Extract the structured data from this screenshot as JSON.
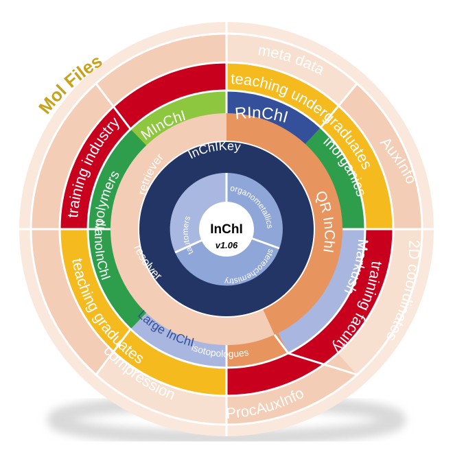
{
  "diagram": {
    "center": {
      "title": "InChI",
      "version": "v1.06"
    },
    "rings": [
      {
        "name": "outer-ring",
        "segments": [
          {
            "id": "mol-files",
            "label": "Mol Files",
            "color": "#f4cdb6",
            "text_color": "#c9a21b"
          },
          {
            "id": "meta-data",
            "label": "meta data",
            "color": "#f8e0d0",
            "text_color": "#ffffff"
          },
          {
            "id": "auxinfo",
            "label": "AuxInfo",
            "color": "#f4cdb6",
            "text_color": "#ffffff"
          },
          {
            "id": "2d-coordinates",
            "label": "2D coordinates",
            "color": "#f8e0d0",
            "text_color": "#ffffff"
          },
          {
            "id": "procauxinfo",
            "label": "ProcAuxInfo",
            "color": "#f4cdb6",
            "text_color": "#ffffff"
          },
          {
            "id": "compression",
            "label": "compression",
            "color": "#f8e0d0",
            "text_color": "#ffffff"
          },
          {
            "id": "outer-blank",
            "label": "",
            "color": "#f4cdb6",
            "text_color": "#ffffff"
          }
        ]
      },
      {
        "name": "audience-ring",
        "segments": [
          {
            "id": "teaching-undergraduates",
            "label": "teaching undergraduates",
            "color": "#f5bb1e",
            "text_color": "#ffffff"
          },
          {
            "id": "training-faculty",
            "label": "training faculty",
            "color": "#c8001e",
            "text_color": "#ffffff"
          },
          {
            "id": "teaching-graduates",
            "label": "teaching graduates",
            "color": "#f5bb1e",
            "text_color": "#ffffff"
          },
          {
            "id": "training-industry",
            "label": "training industry",
            "color": "#c8001e",
            "text_color": "#ffffff"
          }
        ]
      },
      {
        "name": "extension-ring",
        "segments": [
          {
            "id": "rinchi",
            "label": "RInChI",
            "color": "#34509a",
            "text_color": "#ffffff"
          },
          {
            "id": "inorganics",
            "label": "inorganics",
            "color": "#2e9e4c",
            "text_color": "#ffffff"
          },
          {
            "id": "qr-inchi",
            "label": "QR InChI",
            "color": "#e8945e",
            "text_color": "#ffffff"
          },
          {
            "id": "markush",
            "label": "Markush",
            "color": "#a8b6e0",
            "text_color": "#ffffff"
          },
          {
            "id": "large-inchi",
            "label": "Large InChI",
            "color": "#a8b6e0",
            "text_color": "#34509a"
          },
          {
            "id": "nanoinchi",
            "label": "NanoInChI",
            "color": "#2e9e4c",
            "text_color": "#ffffff"
          },
          {
            "id": "polymers",
            "label": "polymers",
            "color": "#2e9e4c",
            "text_color": "#ffffff"
          },
          {
            "id": "minchi",
            "label": "MInChI",
            "color": "#8dc63f",
            "text_color": "#ffffff"
          }
        ]
      },
      {
        "name": "tools-ring",
        "segments": [
          {
            "id": "retriever",
            "label": "retriever",
            "color": "#f4cdb6",
            "text_color": "#ffffff"
          },
          {
            "id": "resolver",
            "label": "resolver",
            "color": "#f4cdb6",
            "text_color": "#ffffff"
          }
        ]
      },
      {
        "name": "key-ring",
        "segments": [
          {
            "id": "inchikey",
            "label": "InChIKey",
            "color": "#223564",
            "text_color": "#ffffff"
          },
          {
            "id": "isotopologues",
            "label": "isotopologues",
            "color": "#223564",
            "text_color": "#ffffff"
          }
        ]
      },
      {
        "name": "layer-ring",
        "segments": [
          {
            "id": "organometallics",
            "label": "organometallics",
            "color": "#8fa6d8",
            "text_color": "#ffffff"
          },
          {
            "id": "stereochemistry",
            "label": "stereochemistry",
            "color": "#8fa6d8",
            "text_color": "#ffffff"
          },
          {
            "id": "tautomers",
            "label": "tautomers",
            "color": "#a8b8e0",
            "text_color": "#ffffff"
          }
        ]
      }
    ],
    "colors": {
      "rim": "#fbe8dc",
      "divider": "#ffffff",
      "orange_disc": "#e8945e",
      "tools_disc": "#f4cdb6",
      "key_disc": "#223564",
      "center_fill": "#ffffff",
      "center_text": "#000000",
      "shadow": "#d9d9d9"
    }
  }
}
